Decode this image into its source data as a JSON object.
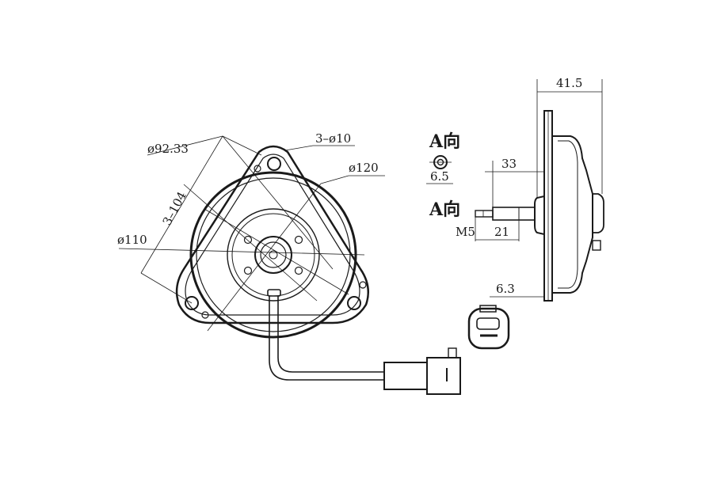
{
  "front_view": {
    "labels": {
      "holes": "3–ø10",
      "d_92": "ø92.33",
      "d_120": "ø120",
      "d_110": "ø110",
      "pitch": "3–104"
    }
  },
  "detail": {
    "view_a_1": "A向",
    "view_a_2": "A向",
    "d_6_5": "6.5",
    "thread": "M5"
  },
  "side_view": {
    "width_total": "41.5",
    "shaft_len": "33",
    "shaft_tip": "21",
    "flange": "6.3"
  },
  "colors": {
    "line": "#1a1a1a",
    "background": "#ffffff"
  }
}
